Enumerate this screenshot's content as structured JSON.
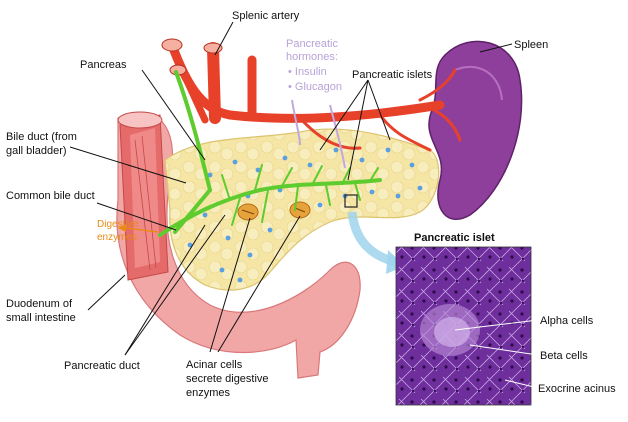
{
  "labels": {
    "splenic_artery": "Splenic artery",
    "pancreatic_hormones": "Pancreatic",
    "pancreatic_hormones_2": "hormones:",
    "insulin": "• Insulin",
    "glucagon": "• Glucagon",
    "pancreatic_islets": "Pancreatic islets",
    "spleen": "Spleen",
    "pancreas": "Pancreas",
    "bile_duct_1": "Bile duct (from",
    "bile_duct_2": "gall bladder)",
    "common_bile_duct": "Common bile duct",
    "digestive_enzymes_1": "Digestive",
    "digestive_enzymes_2": "enzymes",
    "duodenum_1": "Duodenum of",
    "duodenum_2": "small intestine",
    "pancreatic_duct": "Pancreatic duct",
    "acinar_1": "Acinar cells",
    "acinar_2": "secrete digestive",
    "acinar_3": "enzymes",
    "islet_title": "Pancreatic islet",
    "alpha_cells": "Alpha cells",
    "beta_cells": "Beta cells",
    "exocrine_acinus": "Exocrine acinus"
  },
  "colors": {
    "artery": "#e8412a",
    "pancreas": "#f5e6a6",
    "duct": "#5ecb2e",
    "duodenum": "#f2a7a7",
    "spleen": "#8e3f9c",
    "islet_bg": "#7a3aa8",
    "hormone_text": "#b9a2d8",
    "enzyme_text": "#e88a14"
  }
}
